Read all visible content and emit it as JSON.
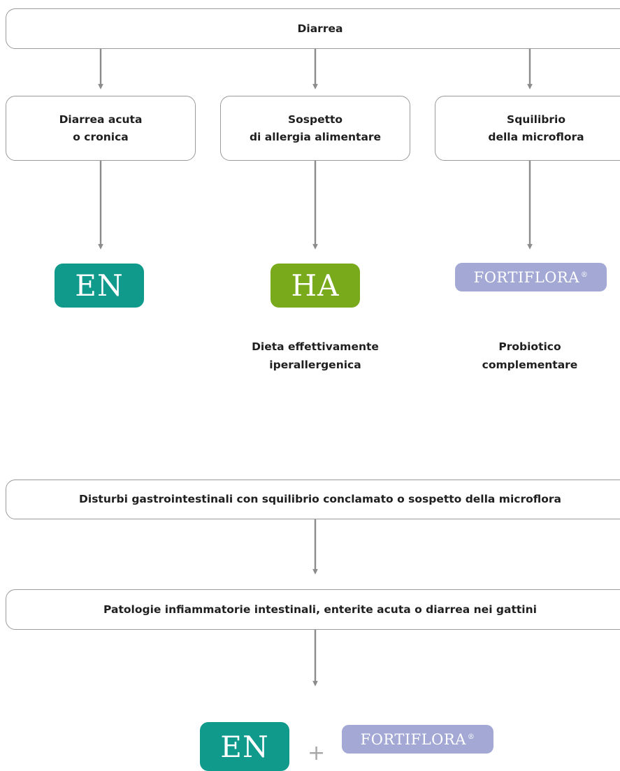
{
  "section1": {
    "top": "Diarrea",
    "categories": [
      "Diarrea acuta\no cronica",
      "Sospetto\ndi allergia alimentare",
      "Squilibrio\ndella microflora"
    ],
    "products": {
      "en": "EN",
      "ha": "HA",
      "fortiflora": "FORTIFLORA",
      "registered": "®"
    },
    "captions": {
      "ha": "Dieta effettivamente\niperallergenica",
      "fortiflora": "Probiotico\ncomplementare"
    }
  },
  "section2": {
    "box1": "Disturbi gastrointestinali con squilibrio conclamato o sospetto della microflora",
    "box2": "Patologie infiammatorie intestinali, enterite acuta o diarrea nei gattini",
    "products": {
      "en": "EN",
      "plus": "+",
      "fortiflora": "FORTIFLORA",
      "registered": "®"
    }
  },
  "colors": {
    "en": "#0f9a8c",
    "ha": "#78aa1c",
    "fortiflora": "#a3a9d4",
    "border": "#9a9a9a",
    "arrow": "#8c8c8c",
    "plus": "#a8a8a8"
  }
}
